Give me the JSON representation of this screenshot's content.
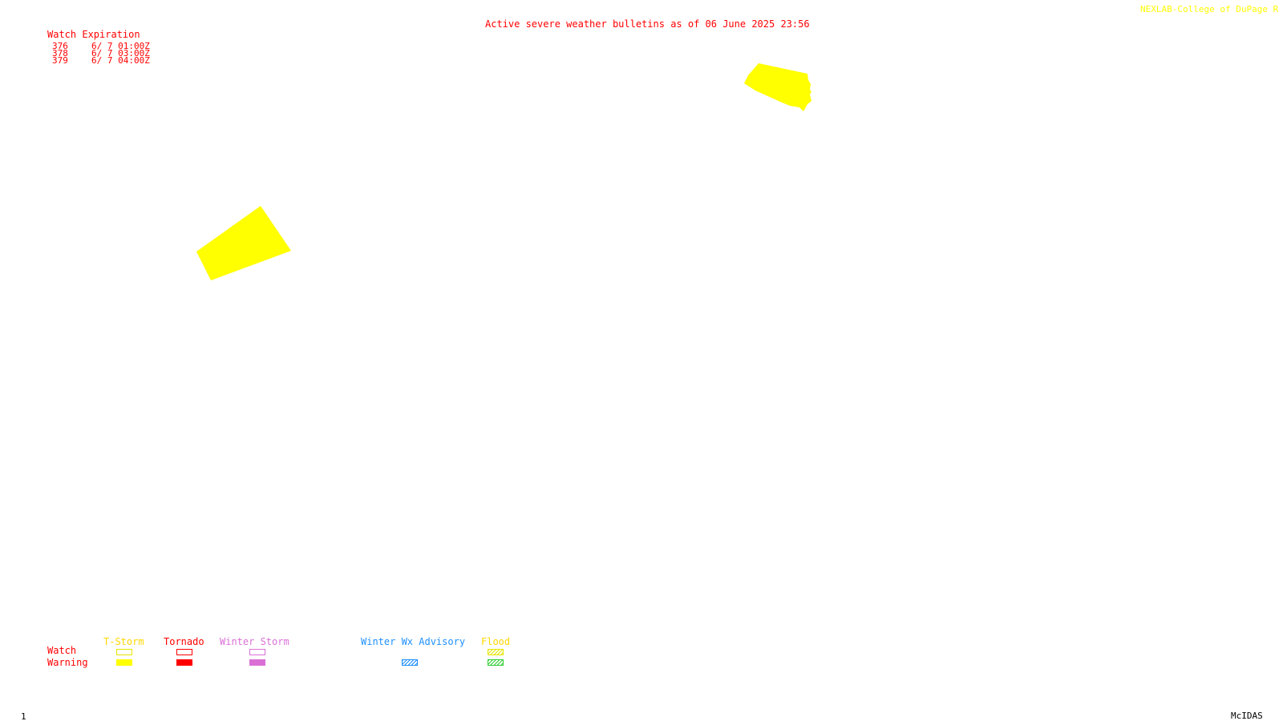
{
  "header": {
    "credit": "NEXLAB-College of DuPage R",
    "title": "Active severe weather bulletins as of 06 June 2025 23:56"
  },
  "watch_table": {
    "heading": "Watch Expiration",
    "rows": [
      {
        "number": "376",
        "expires": "6/ 7 01:00Z"
      },
      {
        "number": "378",
        "expires": "6/ 7 03:00Z"
      },
      {
        "number": "379",
        "expires": "6/ 7 04:00Z"
      }
    ]
  },
  "map": {
    "areas": [
      {
        "type": "T-Storm Warning",
        "color": "#ffff00"
      },
      {
        "type": "T-Storm Warning",
        "color": "#ffff00"
      }
    ]
  },
  "legend": {
    "row_labels": {
      "watch": "Watch",
      "warning": "Warning"
    },
    "categories": [
      {
        "label": "T-Storm",
        "color": "#ffd700"
      },
      {
        "label": "Tornado",
        "color": "#ff0000"
      },
      {
        "label": "Winter Storm",
        "color": "#da70d6"
      },
      {
        "label": "Winter Wx Advisory",
        "color": "#1e90ff"
      },
      {
        "label": "Flood",
        "color": "#ffd700"
      }
    ]
  },
  "footer": {
    "frame": "1",
    "software": "McIDAS"
  }
}
